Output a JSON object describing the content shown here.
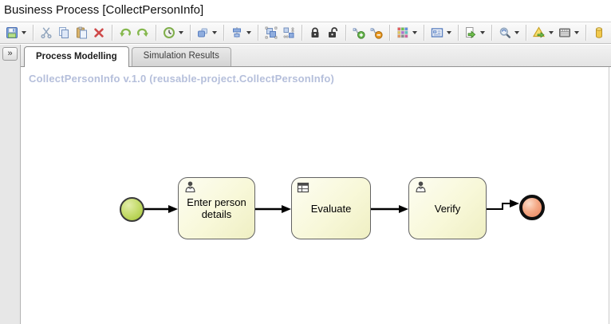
{
  "window": {
    "title": "Business Process [CollectPersonInfo]"
  },
  "toolbar": {
    "buttons": [
      {
        "icon": "save-icon",
        "dropdown": true
      },
      {
        "icon": "cut-icon",
        "dropdown": false
      },
      {
        "icon": "copy-icon",
        "dropdown": false
      },
      {
        "icon": "paste-icon",
        "dropdown": false
      },
      {
        "icon": "delete-icon",
        "dropdown": false
      },
      {
        "icon": "undo-icon",
        "dropdown": false
      },
      {
        "icon": "redo-icon",
        "dropdown": false
      },
      {
        "icon": "simulation-clock-icon",
        "dropdown": true
      },
      {
        "icon": "shape-morph-icon",
        "dropdown": true
      },
      {
        "icon": "alignment-icon",
        "dropdown": true
      },
      {
        "icon": "group-icon",
        "dropdown": false
      },
      {
        "icon": "ungroup-icon",
        "dropdown": false
      },
      {
        "icon": "lock-icon",
        "dropdown": false
      },
      {
        "icon": "unlock-icon",
        "dropdown": false
      },
      {
        "icon": "add-docker-icon",
        "dropdown": false
      },
      {
        "icon": "remove-docker-icon",
        "dropdown": false
      },
      {
        "icon": "fill-color-icon",
        "dropdown": true
      },
      {
        "icon": "form-properties-icon",
        "dropdown": true
      },
      {
        "icon": "export-icon",
        "dropdown": true
      },
      {
        "icon": "service-search-icon",
        "dropdown": true
      },
      {
        "icon": "validate-icon",
        "dropdown": true
      },
      {
        "icon": "migrate-icon",
        "dropdown": true
      },
      {
        "icon": "repository-icon",
        "dropdown": false
      }
    ]
  },
  "sidebar": {
    "expand_button": "»"
  },
  "tabs": [
    {
      "label": "Process Modelling",
      "active": true
    },
    {
      "label": "Simulation Results",
      "active": false
    }
  ],
  "canvas": {
    "watermark": "CollectPersonInfo v.1.0 (reusable-project.CollectPersonInfo)",
    "nodes": [
      {
        "id": "start",
        "type": "start-event"
      },
      {
        "id": "enter-person-details",
        "type": "user-task",
        "label": "Enter person details"
      },
      {
        "id": "evaluate",
        "type": "business-rule-task",
        "label": "Evaluate"
      },
      {
        "id": "verify",
        "type": "user-task",
        "label": "Verify"
      },
      {
        "id": "end",
        "type": "end-event"
      }
    ],
    "flows": [
      {
        "from": "start",
        "to": "enter-person-details"
      },
      {
        "from": "enter-person-details",
        "to": "evaluate"
      },
      {
        "from": "evaluate",
        "to": "verify"
      },
      {
        "from": "verify",
        "to": "end"
      }
    ]
  },
  "colors": {
    "start_event_fill": "#b5d348",
    "end_event_fill": "#ee8e64",
    "task_fill": "#f8f8d9",
    "watermark_text": "#b5bfdb",
    "toolbar_bg": "#f2f2f2"
  }
}
